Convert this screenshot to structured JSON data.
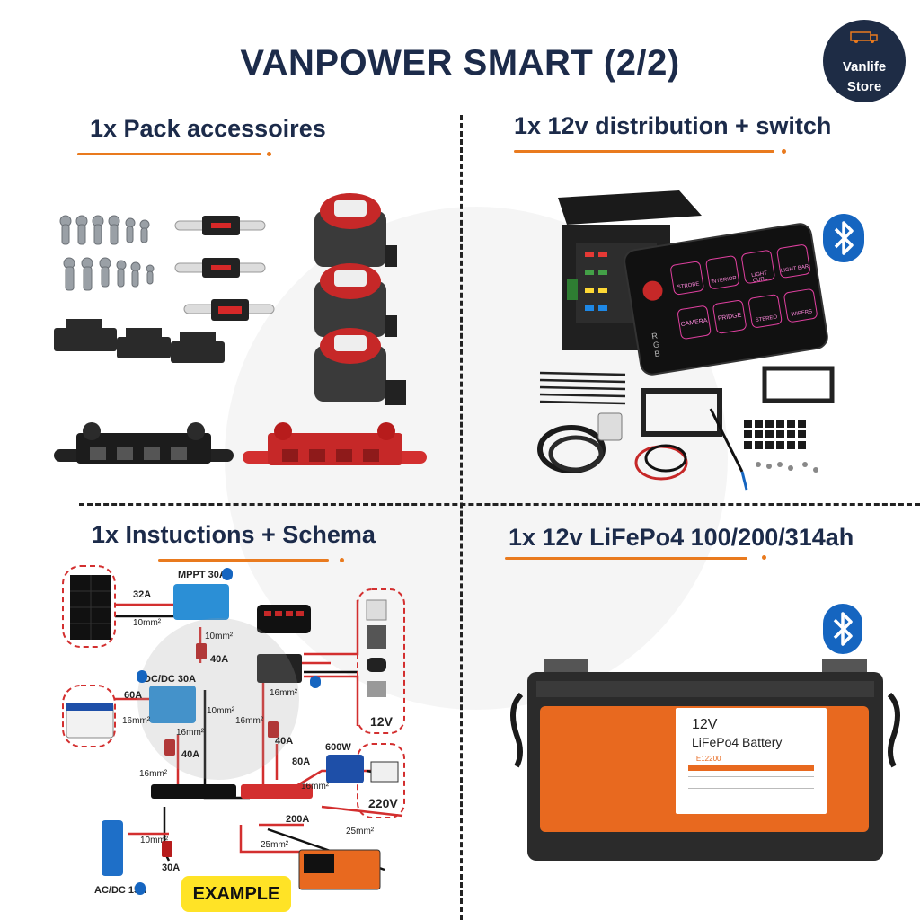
{
  "header": {
    "title": "VANPOWER SMART (2/2)",
    "logo_line1": "Vanlife",
    "logo_line2": "Store"
  },
  "quadrants": {
    "top_left": {
      "title": "1x  Pack  accessoires"
    },
    "top_right": {
      "title": "1x 12v distribution + switch"
    },
    "bottom_left": {
      "title": "1x Instuctions + Schema"
    },
    "bottom_right": {
      "title": "1x  12v LiFePo4 100/200/314ah"
    }
  },
  "switch_panel": {
    "buttons": [
      "STROBE",
      "INTERIOR",
      "LIGHT CURL",
      "LIGHT BAR",
      "CAMERA",
      "FRIDGE",
      "STEREO",
      "WIPERS"
    ],
    "side_text": "RGB"
  },
  "schema": {
    "example_label": "EXAMPLE",
    "mppt_label": "MPPT 30A",
    "dcdc_label": "DC/DC 30A",
    "acdc_label": "AC/DC 15A",
    "fuse_32a": "32A",
    "fuse_40a_1": "40A",
    "fuse_40a_2": "40A",
    "fuse_40a_3": "40A",
    "fuse_60a": "60A",
    "fuse_80a": "80A",
    "fuse_200a": "200A",
    "fuse_30a": "30A",
    "inverter_label": "600W",
    "out_12v": "12V",
    "out_220v": "220V",
    "cable_10mm_1": "10mm²",
    "cable_10mm_2": "10mm²",
    "cable_10mm_3": "10mm²",
    "cable_16mm_1": "16mm²",
    "cable_16mm_2": "16mm²",
    "cable_16mm_3": "16mm²",
    "cable_16mm_4": "16mm²",
    "cable_16mm_5": "16mm²",
    "cable_16mm_6": "16mm²",
    "cable_25mm_1": "25mm²",
    "cable_25mm_2": "25mm²"
  },
  "battery": {
    "voltage": "12V",
    "name": "LiFePo4 Battery",
    "model": "TE12200"
  },
  "colors": {
    "accent": "#e97a1e",
    "navy": "#1c2b4a",
    "bluetooth": "#1565c0",
    "battery_orange": "#e8691f",
    "example_yellow": "#ffe326"
  }
}
